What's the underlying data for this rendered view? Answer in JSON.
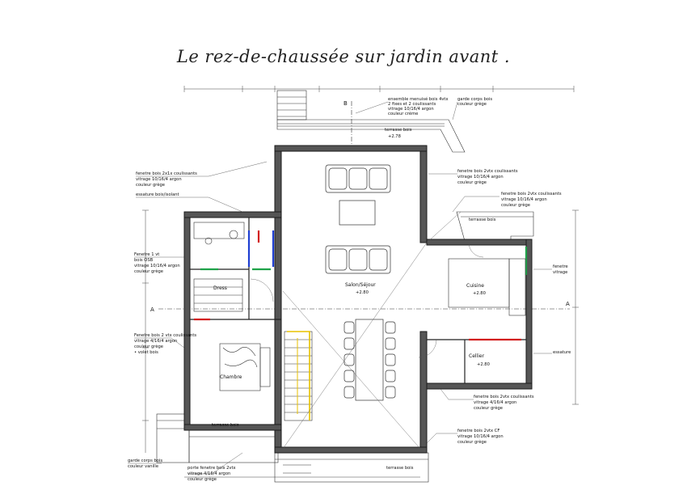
{
  "title": "Le rez-de-chaussée sur jardin avant .",
  "rooms": {
    "salon": "Salon/Séjour",
    "cuisine": "Cuisine",
    "cellier": "Cellier",
    "dress": "Dress",
    "chambre": "Chambre"
  },
  "annotations": {
    "terrasse_top": "terrasse bois",
    "terrasse_right": "terrasse bois",
    "terrasse_bottom": "terrasse bois",
    "terrasse_left": "terrasse bois",
    "fenetre_left_top": "fenetre bois 2x1x coulissants",
    "vitrage_left_top": "vitrage 10/16/4 argon",
    "couleur_left_top": "couleur grège",
    "essature_left": "essature bois/isolant",
    "fenetre_left_mid": "Fenetre 1 vt",
    "bois_left_mid": "bois OSB",
    "vitrage_left_mid": "vitrage 10/16/4 argon",
    "couleur_left_mid": "couleur grège",
    "fenetre_left_low": "Fenetre bois 2 vtx coulissants",
    "vitrage_left_low": "vitrage 4/16/4 argon",
    "couleur_left_low": "couleur grège",
    "volet_left_low": "• volet bois",
    "garde_corps_left": "garde corps bois",
    "couleur_garde_left": "couleur vanille",
    "porte_fenetre_bottom": "porte fenetre bois 2vtx",
    "vitrage_bottom": "vitrage 4/16/4 argon",
    "couleur_bottom": "couleur grège",
    "ensemble_top": "ensemble menuisé bois 4vtx",
    "fixes_top": "2 fixes et 2 coulissants",
    "vitrage_top": "vitrage 10/16/4 argon",
    "couleur_top": "couleur crème",
    "garde_corps_top": "garde corps bois",
    "couleur_garde_top": "couleur grège",
    "fenetre_right_top": "fenetre bois 2vtx coulissants",
    "vitrage_right_top": "vitrage 10/16/4 argon",
    "couleur_right_top": "couleur grège",
    "fenetre_right_mid": "fenetre bois 2vtx coulissants",
    "vitrage_right_mid": "vitrage 10/16/4 argon",
    "couleur_right_mid": "couleur grège",
    "fenetre_right_side": "fenetre",
    "vitrage_right_side": "vitrage",
    "essature_right": "essature",
    "fenetre_right_low": "fenetre bois 2vtx coulissants",
    "vitrage_right_low": "vitrage 4/16/4 argon",
    "couleur_right_low": "couleur grège",
    "fenetre_bottom_right": "fenetre bois 2vtx CF",
    "vitrage_bottom_right": "vitrage 10/16/4 argon",
    "couleur_bottom_right": "couleur grège",
    "level_terrasse": "+2.78",
    "level_salon": "+2.80",
    "level_cuisine": "+2.80",
    "level_cellier": "+2.80",
    "section_left": "A",
    "section_right": "A",
    "section_top": "B"
  },
  "colors": {
    "wall": "#1a1a1a",
    "wall_fill": "#5a5a5a",
    "line": "#333333",
    "accent_red": "#d21f1f",
    "accent_blue": "#1f3fd2",
    "accent_green": "#1fa34a",
    "accent_yellow": "#e8c200"
  }
}
